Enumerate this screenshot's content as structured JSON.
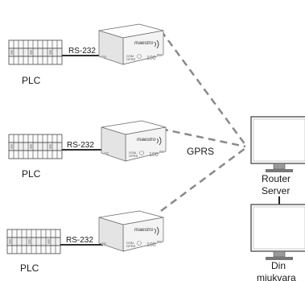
{
  "devices": [
    {
      "plc_label": "PLC",
      "link_label": "RS-232",
      "modem_brand": "maestro",
      "modem_model": "100"
    },
    {
      "plc_label": "PLC",
      "link_label": "RS-232",
      "modem_brand": "maestro",
      "modem_model": "100"
    },
    {
      "plc_label": "PLC",
      "link_label": "RS-232",
      "modem_brand": "maestro",
      "modem_model": "100"
    }
  ],
  "network_label": "GPRS",
  "server": {
    "label_line1": "Router",
    "label_line2": "Server"
  },
  "client": {
    "label_line1": "Din",
    "label_line2": "mjukvara"
  }
}
